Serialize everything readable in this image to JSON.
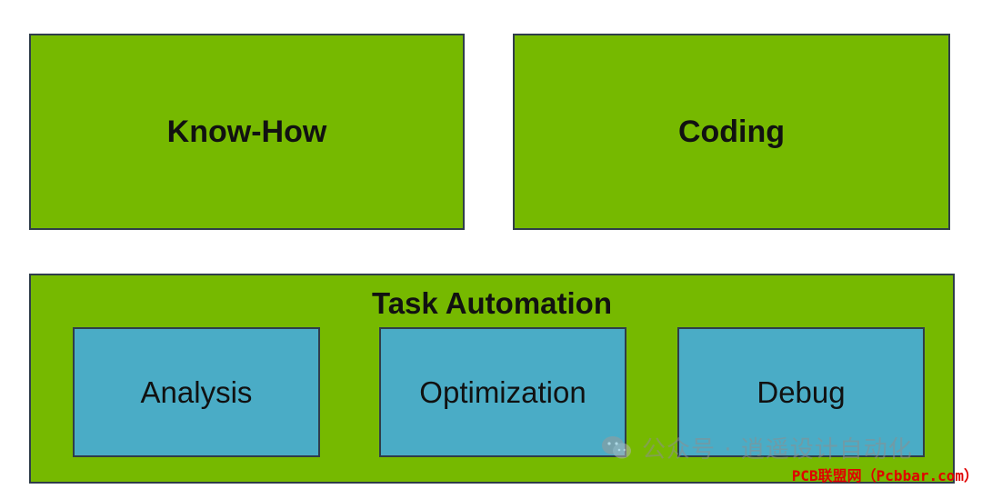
{
  "diagram": {
    "top_left_label": "Know-How",
    "top_right_label": "Coding",
    "bottom_title": "Task Automation",
    "sub_items": [
      "Analysis",
      "Optimization",
      "Debug"
    ]
  },
  "colors": {
    "green": "#76b900",
    "blue": "#4aacc6",
    "border": "#2f3d4a"
  },
  "watermark": {
    "icon": "wechat-icon",
    "text": "公众号 · 逍遥设计自动化",
    "source": "PCB联盟网（Pcbbar.com）"
  }
}
